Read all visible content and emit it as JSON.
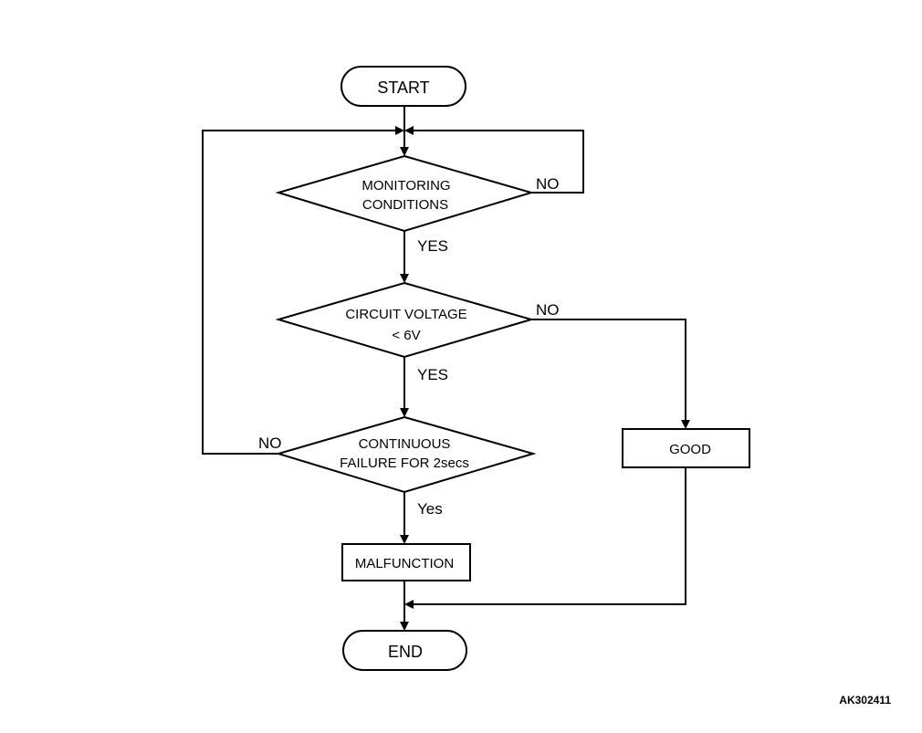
{
  "flowchart": {
    "start": {
      "label": "START"
    },
    "end": {
      "label": "END"
    },
    "decision_monitoring": {
      "line1": "MONITORING",
      "line2": "CONDITIONS"
    },
    "decision_voltage": {
      "line1": "CIRCUIT VOLTAGE",
      "line2": "< 6V"
    },
    "decision_failure": {
      "line1": "CONTINUOUS",
      "line2": "FAILURE FOR 2secs"
    },
    "process_malfunction": {
      "label": "MALFUNCTION"
    },
    "process_good": {
      "label": "GOOD"
    },
    "labels": {
      "monitoring_no": "NO",
      "monitoring_yes": "YES",
      "voltage_no": "NO",
      "voltage_yes": "YES",
      "failure_no": "NO",
      "failure_yes": "Yes"
    }
  },
  "figure_code": "AK302411"
}
